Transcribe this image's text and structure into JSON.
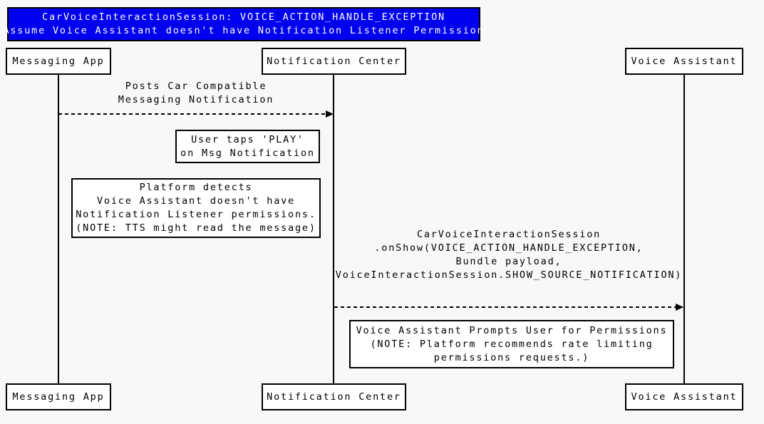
{
  "diagram": {
    "title": {
      "line1": "CarVoiceInteractionSession: VOICE_ACTION_HANDLE_EXCEPTION",
      "line2": "Assume Voice Assistant doesn't have Notification Listener Permission"
    },
    "actors": [
      {
        "id": "messaging-app",
        "label": "Messaging App"
      },
      {
        "id": "notification-center",
        "label": "Notification Center"
      },
      {
        "id": "voice-assistant",
        "label": "Voice Assistant"
      }
    ],
    "messages": [
      {
        "from": "messaging-app",
        "to": "notification-center",
        "style": "dashed-arrow",
        "label_lines": [
          "Posts Car Compatible",
          "Messaging Notification"
        ]
      },
      {
        "from": "notification-center",
        "to": "voice-assistant",
        "style": "dashed-arrow",
        "label_lines": [
          "CarVoiceInteractionSession",
          ".onShow(VOICE_ACTION_HANDLE_EXCEPTION,",
          "Bundle payload,",
          "VoiceInteractionSession.SHOW_SOURCE_NOTIFICATION)"
        ]
      }
    ],
    "notes": [
      {
        "lines": [
          "User taps 'PLAY'",
          "on Msg Notification"
        ]
      },
      {
        "lines": [
          "Platform detects",
          "Voice Assistant doesn't have",
          "Notification Listener permissions.",
          "(NOTE: TTS might read the message)"
        ]
      },
      {
        "lines": [
          "Voice Assistant Prompts User for Permissions",
          "(NOTE: Platform recommends rate limiting",
          "permissions requests.)"
        ]
      }
    ],
    "colors": {
      "title_bg": "#0000ee",
      "title_text": "#ffffff",
      "line": "#000000",
      "box_bg": "#ffffff",
      "page_bg": "#f8f8f8"
    }
  }
}
